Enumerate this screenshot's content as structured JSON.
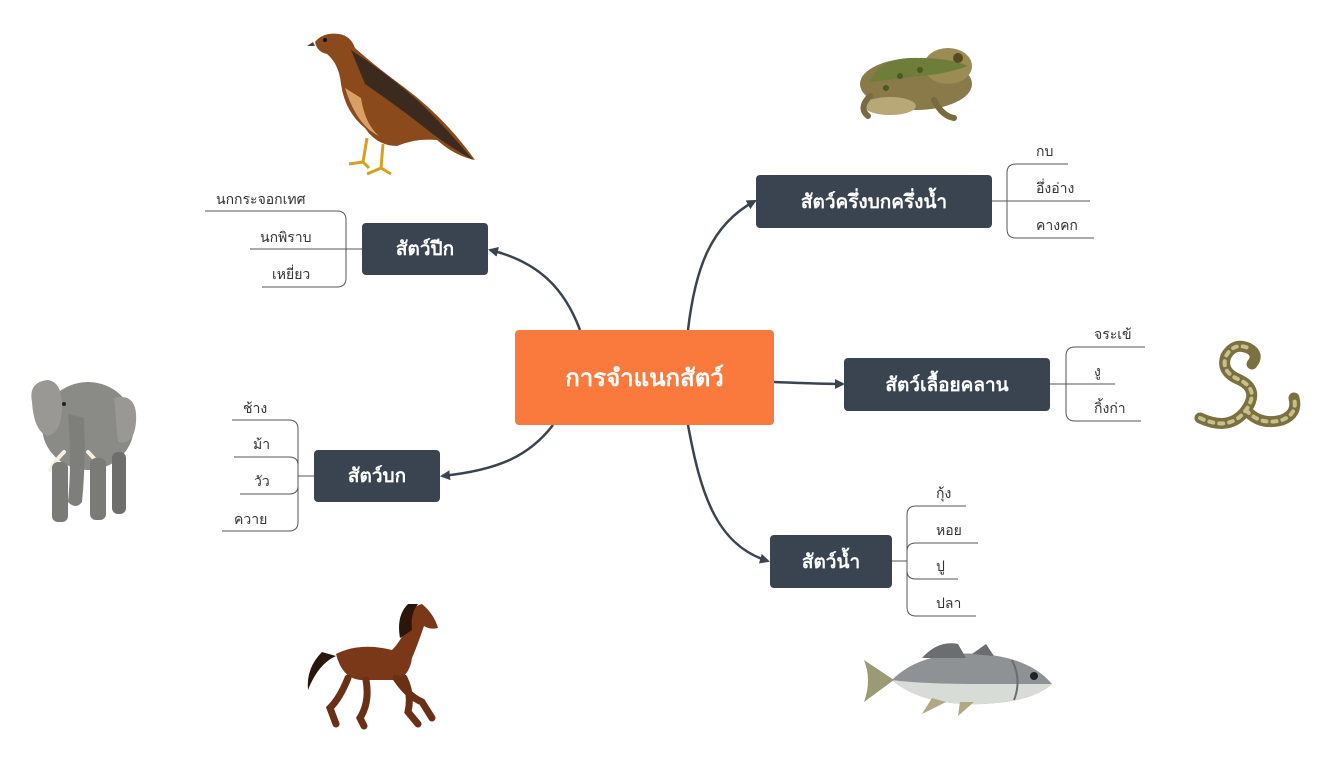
{
  "central": {
    "label": "การจำแนกสัตว์"
  },
  "categories": {
    "birds": {
      "label": "สัตว์ปีก",
      "items": [
        "นกกระจอกเทศ",
        "นกพิราบ",
        "เหยี่ยว"
      ]
    },
    "land": {
      "label": "สัตว์บก",
      "items": [
        "ช้าง",
        "ม้า",
        "วัว",
        "ควาย"
      ]
    },
    "amphibians": {
      "label": "สัตว์ครึ่งบกครึ่งน้ำ",
      "items": [
        "กบ",
        "อึ่งอ่าง",
        "คางคก"
      ]
    },
    "reptiles": {
      "label": "สัตว์เลื้อยคลาน",
      "items": [
        "จระเข้",
        "งู",
        "กิ้งก่า"
      ]
    },
    "aquatic": {
      "label": "สัตว์น้ำ",
      "items": [
        "กุ้ง",
        "หอย",
        "ปู",
        "ปลา"
      ]
    }
  },
  "colors": {
    "central": "#f97a3c",
    "category": "#3a4450",
    "connector": "#3a4450",
    "leaf_line": "#555555"
  },
  "images": [
    "hawk",
    "frog",
    "elephant",
    "snake",
    "horse",
    "fish"
  ]
}
